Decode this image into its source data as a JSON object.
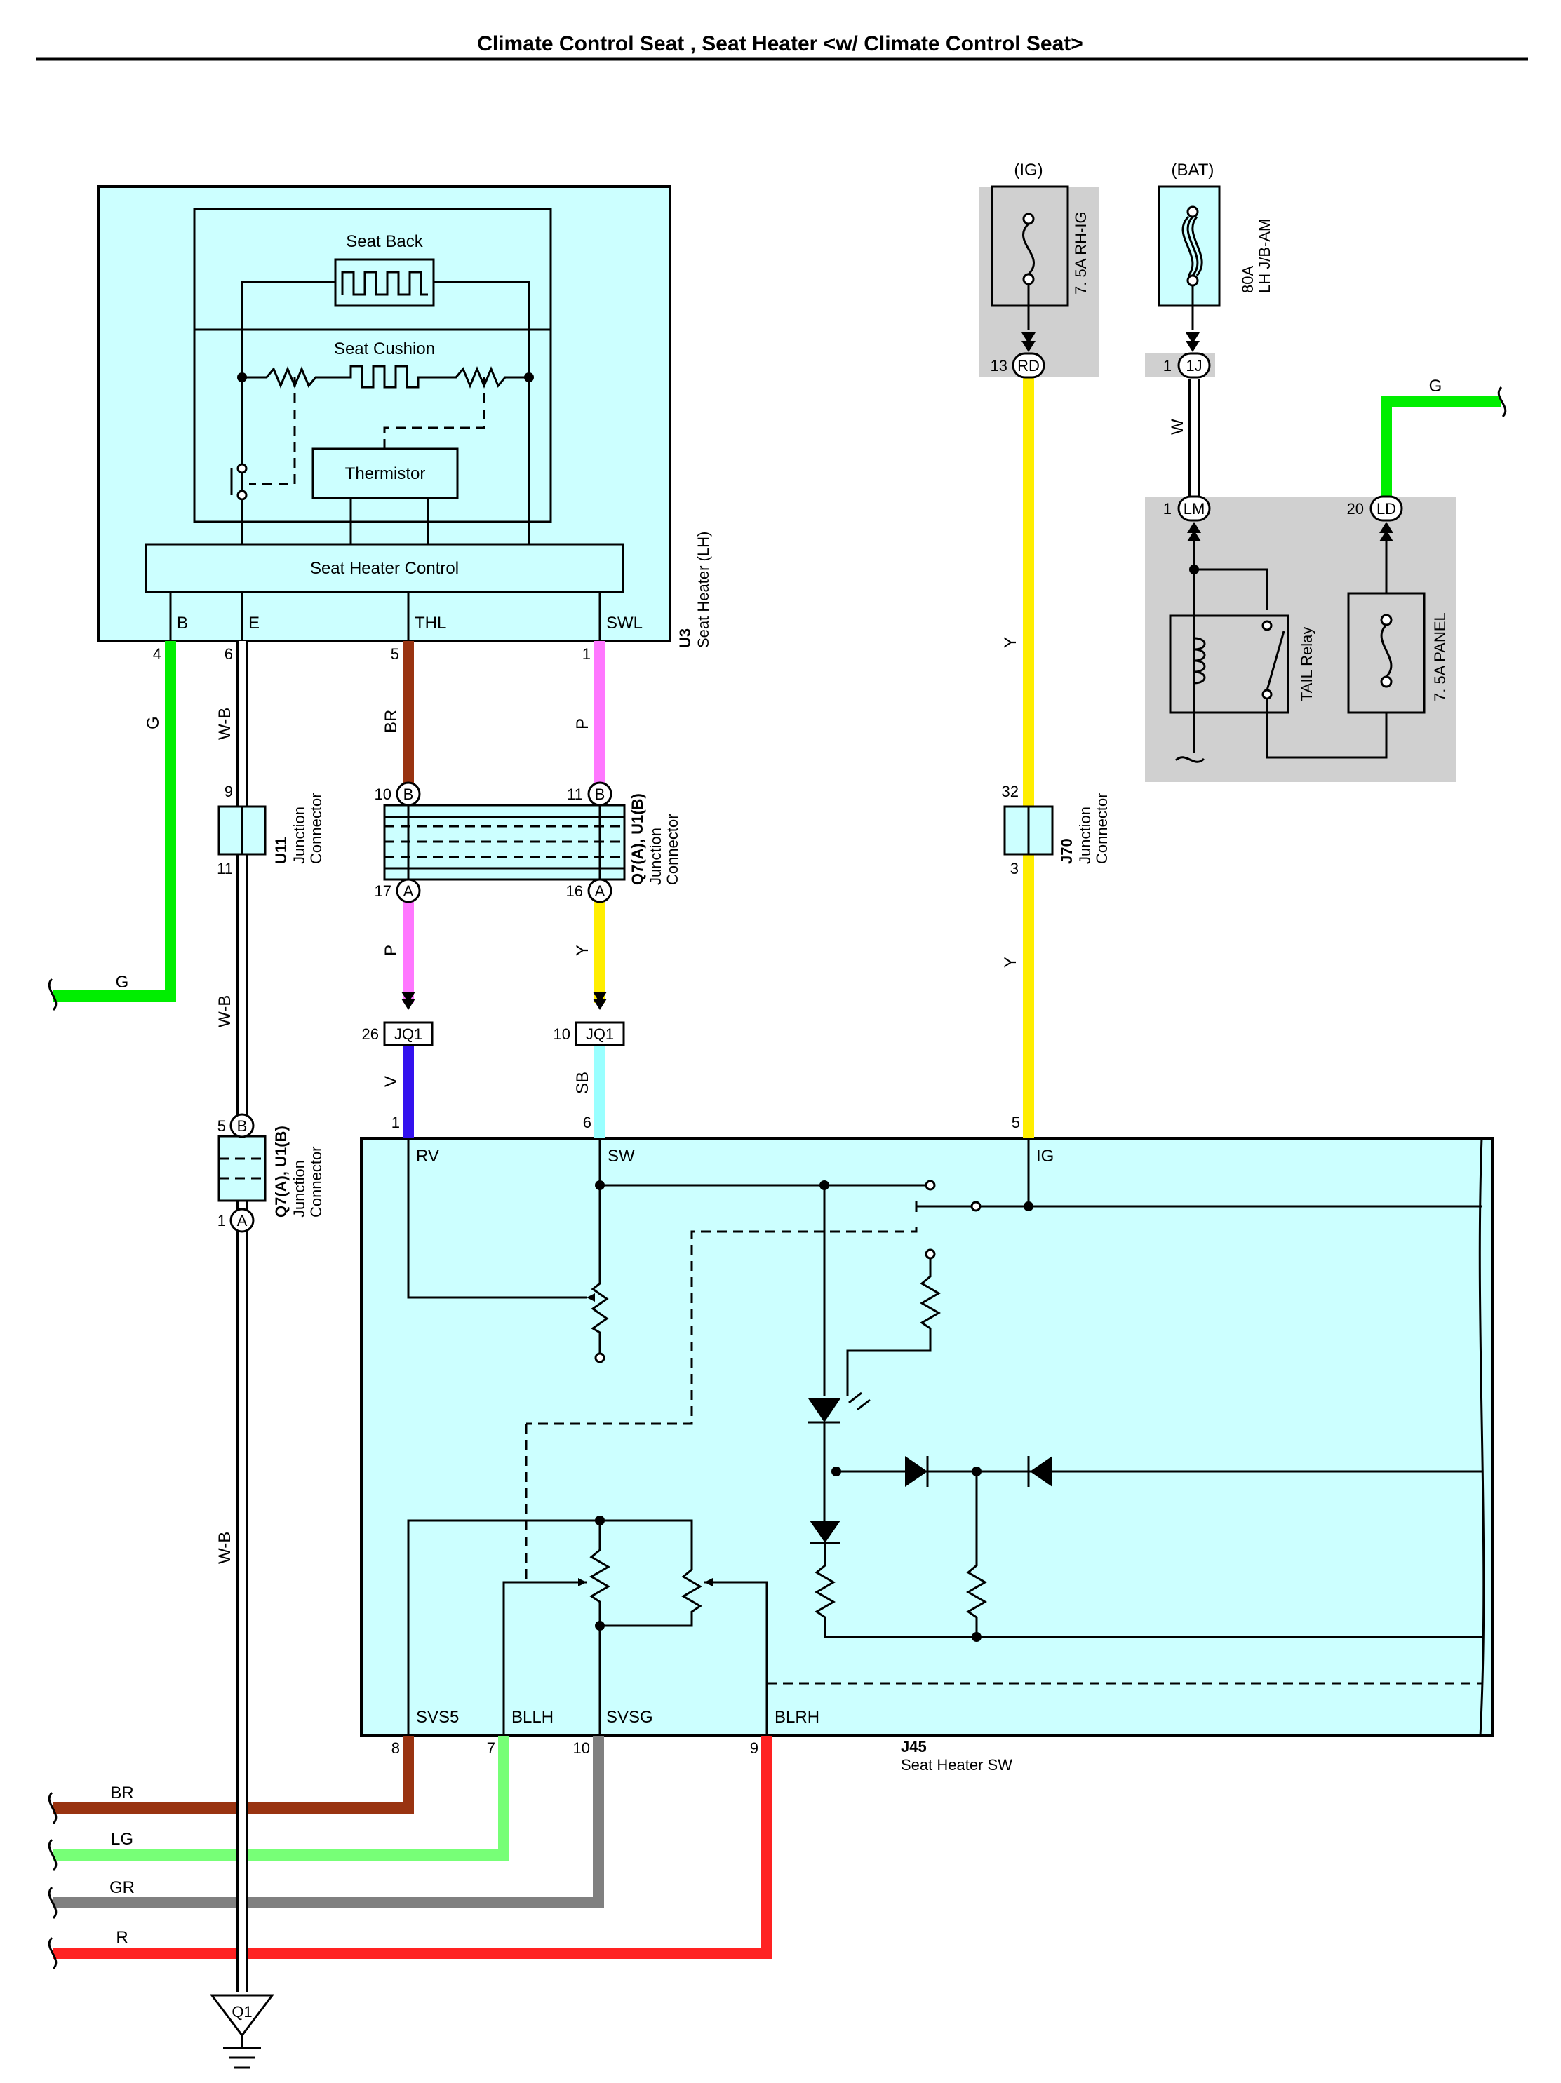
{
  "title": "Climate Control Seat , Seat Heater <w/ Climate Control Seat>",
  "colors": {
    "G": "#00ee00",
    "BR": "#993311",
    "P": "#ff77ff",
    "Y": "#ffee00",
    "V": "#3311ee",
    "SB": "#99ffff",
    "LG": "#77ff77",
    "GR": "#808080",
    "R": "#ff2222",
    "W": "#ffffff",
    "panel_fill": "#ccffff",
    "fuse_box_fill": "#d0d0d0"
  },
  "u3": {
    "ref": "U3",
    "name": "Seat Heater (LH)",
    "seat_back": "Seat Back",
    "seat_cushion": "Seat Cushion",
    "thermistor": "Thermistor",
    "control": "Seat Heater Control",
    "terminals": [
      "B",
      "E",
      "THL",
      "SWL"
    ],
    "pins": [
      "4",
      "6",
      "5",
      "1"
    ]
  },
  "fuses": {
    "ig_label": "(IG)",
    "ig_fuse": "7. 5A RH-IG",
    "ig_conn": "RD",
    "ig_pin": "13",
    "bat_label": "(BAT)",
    "bat_fuse": "80A",
    "bat_fuse_loc": "LH J/B-AM",
    "bat_conn": "1J",
    "bat_pin": "1",
    "lm_conn": "LM",
    "lm_pin": "1",
    "ld_conn": "LD",
    "ld_pin": "20",
    "tail_relay": "TAIL Relay",
    "panel_fuse": "7. 5A PANEL"
  },
  "wires": {
    "g_top": "G",
    "w_bat": "W",
    "y_ig_upper": "Y",
    "y_ig_lower": "Y",
    "g_u3": "G",
    "g_left": "G",
    "wb_1": "W-B",
    "wb_2": "W-B",
    "wb_3": "W-B",
    "br_thl": "BR",
    "p_swl": "P",
    "p_rv": "P",
    "y_sw": "Y",
    "v": "V",
    "sb": "SB",
    "br_bottom": "BR",
    "lg_bottom": "LG",
    "gr_bottom": "GR",
    "r_bottom": "R"
  },
  "connectors": {
    "u11_ref": "U11",
    "u11_name": "Junction",
    "u11_name2": "Connector",
    "u11_pin_top": "9",
    "u11_pin_bot": "11",
    "q7_ref": "Q7(A), U1(B)",
    "q7_name": "Junction",
    "q7_name2": "Connector",
    "q7_pin_10": "10",
    "q7_pin_11": "11",
    "q7_pin_17": "17",
    "q7_pin_16": "16",
    "q7_b": "B",
    "q7_a": "A",
    "j70_ref": "J70",
    "j70_name": "Junction",
    "j70_name2": "Connector",
    "j70_pin_top": "32",
    "j70_pin_bot": "3",
    "jq1_label": "JQ1",
    "jq1_pin_left": "26",
    "jq1_pin_right": "10",
    "q7b_ref": "Q7(A), U1(B)",
    "q7b_name": "Junction",
    "q7b_name2": "Connector",
    "q7b_pin_top": "5",
    "q7b_pin_bot": "1",
    "ground": "Q1"
  },
  "j45": {
    "ref": "J45",
    "name": "Seat Heater SW",
    "top_terms": [
      "RV",
      "SW",
      "IG"
    ],
    "top_pins": [
      "1",
      "6",
      "5"
    ],
    "bottom_terms": [
      "SVS5",
      "BLLH",
      "SVSG",
      "BLRH"
    ],
    "bottom_pins": [
      "8",
      "7",
      "10",
      "9"
    ]
  }
}
